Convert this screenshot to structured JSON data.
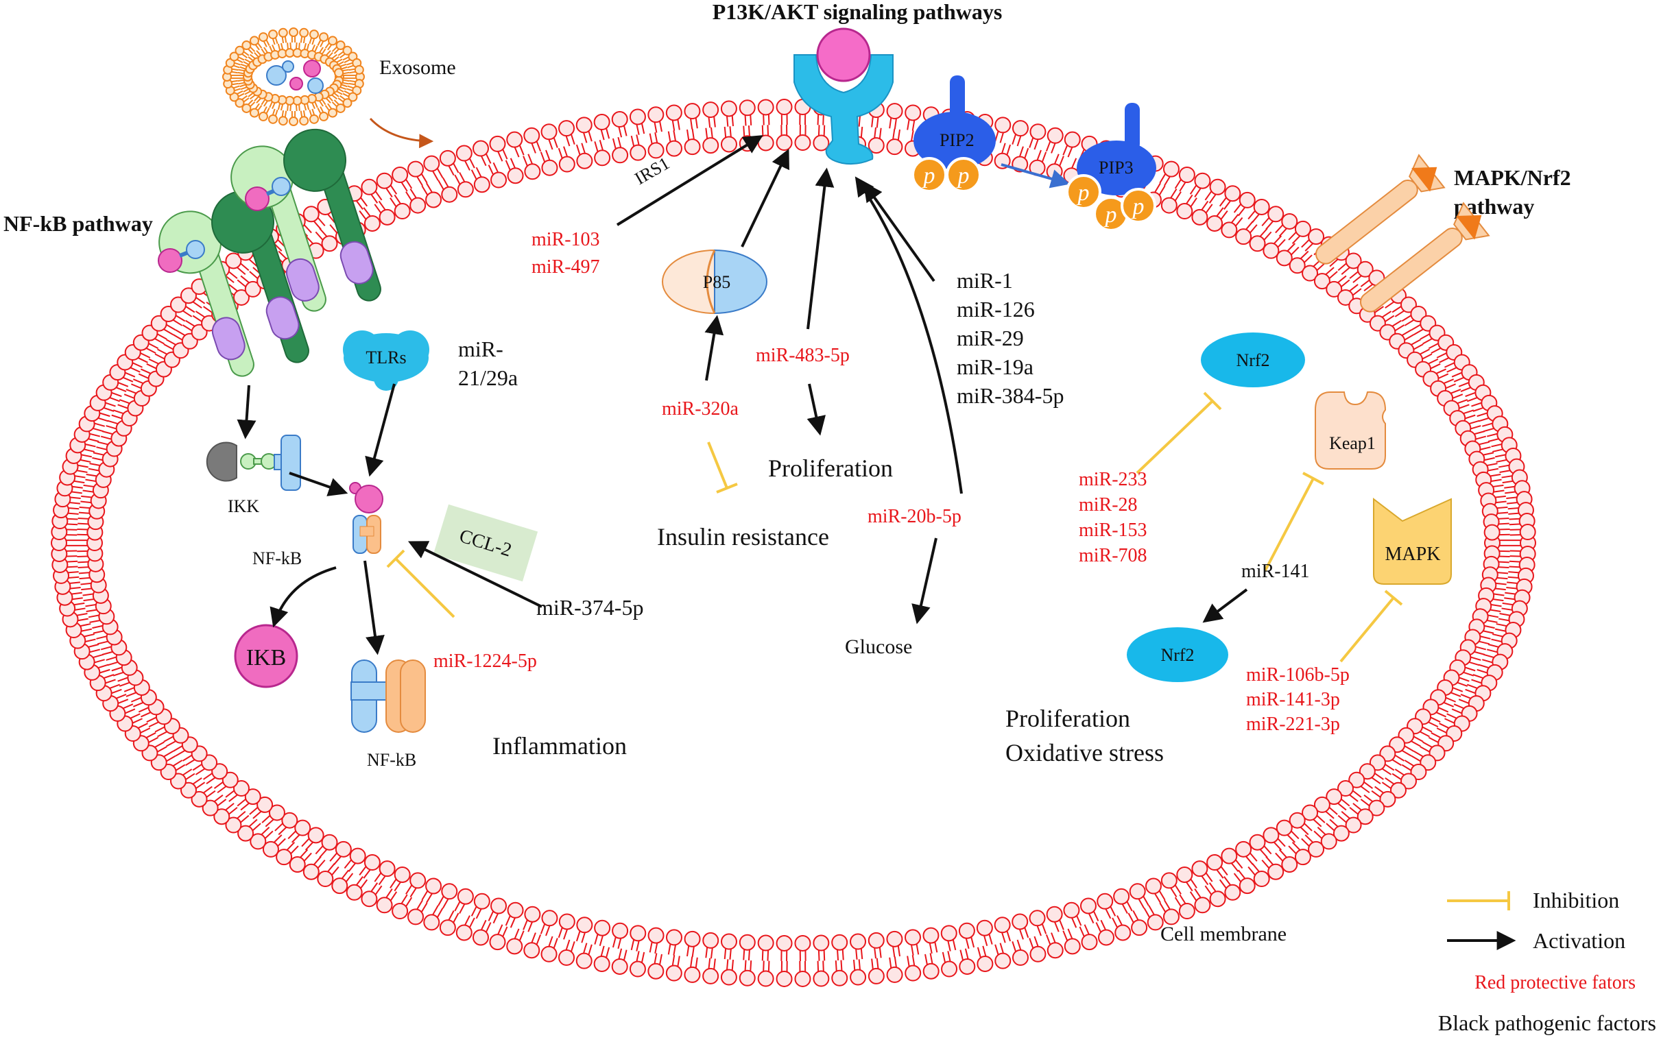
{
  "titles": {
    "pi3k": "P13K/AKT signaling pathways",
    "nfkb": "NF-kB pathway",
    "mapk_line1": "MAPK/Nrf2",
    "mapk_line2": "pathway"
  },
  "labels": {
    "exosome": "Exosome",
    "irs1": "IRS1",
    "pip2": "PIP2",
    "pip3": "PIP3",
    "p": "p",
    "p85": "P85",
    "tlrs": "TLRs",
    "ikk": "IKK",
    "ikb": "IKB",
    "nfkb_upper": "NF-kB",
    "nfkb_lower": "NF-kB",
    "ccl2": "CCL-2",
    "nrf2_top": "Nrf2",
    "nrf2_bottom": "Nrf2",
    "keap1": "Keap1",
    "mapk": "MAPK",
    "cell_membrane": "Cell membrane"
  },
  "outcomes": {
    "proliferation_mid": "Proliferation",
    "insulin_resistance": "Insulin resistance",
    "glucose": "Glucose",
    "inflammation": "Inflammation",
    "proliferation_right": "Proliferation",
    "oxidative_stress": "Oxidative stress"
  },
  "mirnas": {
    "mir103": "miR-103",
    "mir497": "miR-497",
    "mir483": "miR-483-5p",
    "mir320a": "miR-320a",
    "mir20b": "miR-20b-5p",
    "black_group": [
      "miR-1",
      "miR-126",
      "miR-29",
      "miR-19a",
      "miR-384-5p"
    ],
    "mir21_line1": "miR-",
    "mir21_line2": "21/29a",
    "mir374": "miR-374-5p",
    "mir1224": "miR-1224-5p",
    "red_group": [
      "miR-233",
      "miR-28",
      "miR-153",
      "miR-708"
    ],
    "mir141": "miR-141",
    "mapk_group": [
      "miR-106b-5p",
      "miR-141-3p",
      "miR-221-3p"
    ]
  },
  "legend": {
    "inhibition": "Inhibition",
    "activation": "Activation",
    "red_note": "Red protective fators",
    "black_note": "Black pathogenic factors"
  },
  "colors": {
    "membrane": "#e8161b",
    "inhibition": "#f5c842",
    "activation": "#111111",
    "protective": "#e8161b",
    "receptor_cyan": "#29b6e8",
    "pip_blue": "#2b5ee8",
    "phosphate_orange": "#f59a1c",
    "pink": "#f06cc0"
  }
}
